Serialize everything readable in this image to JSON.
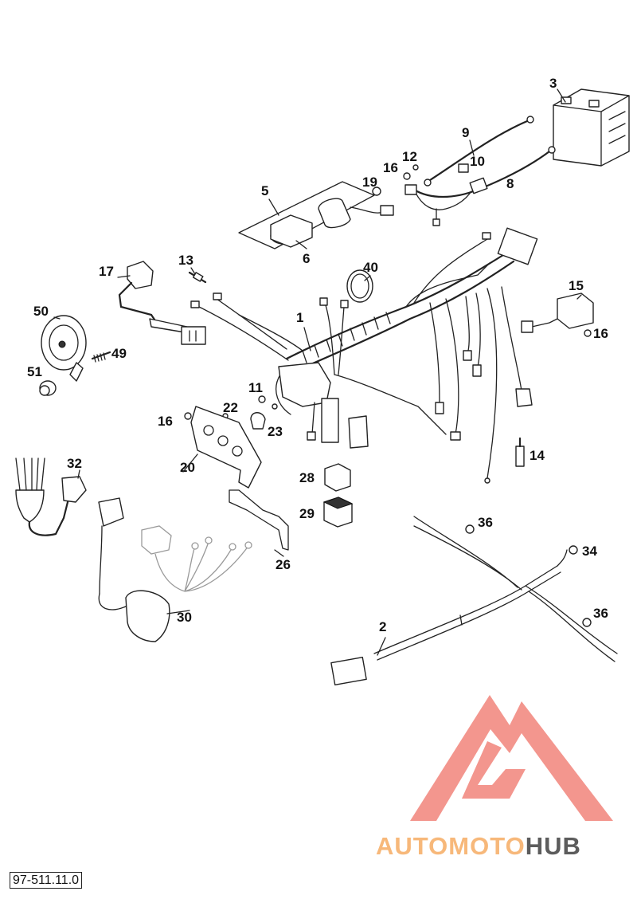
{
  "callouts": {
    "c1": "1",
    "c2": "2",
    "c3": "3",
    "c5": "5",
    "c6": "6",
    "c8": "8",
    "c9": "9",
    "c10": "10",
    "c11": "11",
    "c12": "12",
    "c13": "13",
    "c14": "14",
    "c15": "15",
    "c16a": "16",
    "c16b": "16",
    "c16c": "16",
    "c17": "17",
    "c19": "19",
    "c20": "20",
    "c22": "22",
    "c23": "23",
    "c26": "26",
    "c28": "28",
    "c29": "29",
    "c30": "30",
    "c32": "32",
    "c34": "34",
    "c36a": "36",
    "c36b": "36",
    "c40": "40",
    "c49": "49",
    "c50": "50",
    "c51": "51"
  },
  "reference_code": "97-511.11.0",
  "logo": {
    "part1": "AUTO",
    "part2": "MOTO",
    "part3": "HUB"
  },
  "colors": {
    "logo_red": "#f28b82",
    "logo_orange": "#f7b87a",
    "logo_grey": "#5c5c5c",
    "line": "#222222"
  }
}
